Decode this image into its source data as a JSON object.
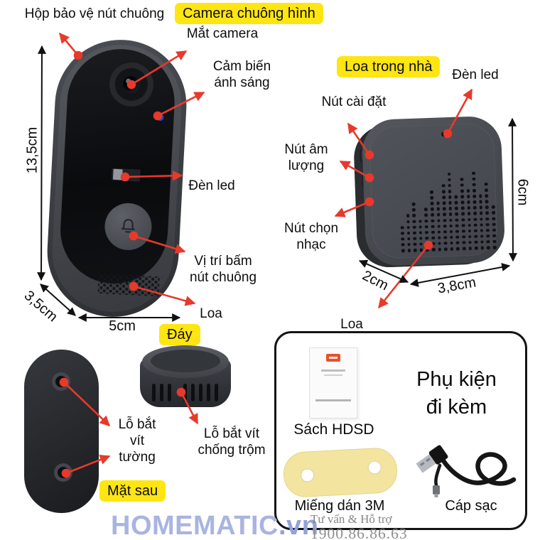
{
  "annotations": {
    "doorbell": {
      "protect_box": "Hộp bảo vệ nút chuông",
      "title": "Camera chuông hình",
      "camera_eye": "Mắt camera",
      "light_sensor": "Cảm biến\nánh sáng",
      "led": "Đèn led",
      "bell_press": "Vị trí bấm\nnút chuông",
      "speaker": "Loa",
      "dim_height": "13,5cm",
      "dim_depth": "3,5cm",
      "dim_width": "5cm"
    },
    "indoor": {
      "title": "Loa trong nhà",
      "led": "Đèn led",
      "setup_button": "Nút cài đặt",
      "volume_button": "Nút âm\nlượng",
      "music_button": "Nút chọn\nnhạc",
      "speaker": "Loa",
      "dim_height": "6cm",
      "dim_depth": "2cm",
      "dim_width": "3,8cm"
    },
    "back_view": {
      "title": "Mặt sau",
      "wall_screw": "Lỗ bắt\nvít\ntường"
    },
    "bottom_view": {
      "title": "Đáy",
      "anti_theft_screw": "Lỗ bắt vít\nchống trộm"
    }
  },
  "accessories": {
    "title": "Phụ kiện\nđi kèm",
    "manual": "Sách HDSD",
    "sticker": "Miếng dán 3M",
    "cable": "Cáp sạc"
  },
  "footer": {
    "brand": "HOMEMATIC",
    "brand_suffix": ".vn",
    "support_label": "Tư vấn & Hỗ trợ",
    "hotline": "1900.86.86.63"
  },
  "colors": {
    "highlight": "#FFE512",
    "arrow": "#E8392B",
    "brand": "#A9B4E0",
    "sensor_dot": "#1E49C8",
    "sticker_yellow": "#F3E5A0"
  }
}
